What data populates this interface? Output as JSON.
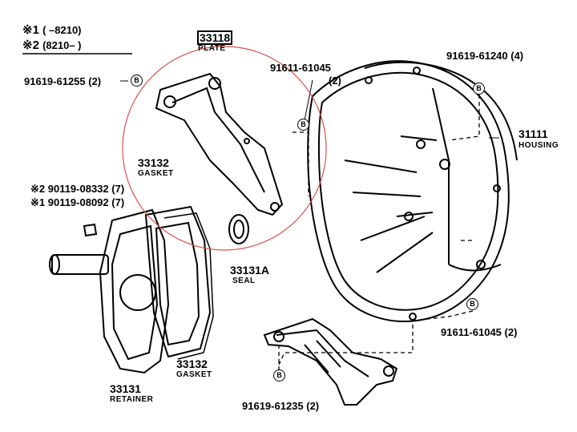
{
  "header_notes": [
    {
      "mark": "※1",
      "range": "(        –8210)"
    },
    {
      "mark": "※2",
      "range": "(8210–        )"
    }
  ],
  "labels": {
    "plate_no": "33118",
    "plate_name": "PLATE",
    "bolt_top_left": "91619-61255 (2)",
    "bolt_plate": "91611-61045",
    "bolt_plate_qty": "(2)",
    "bolt_top_right": "91619-61240 (4)",
    "housing_no": "31111",
    "housing_name": "HOUSING",
    "gasket_top_no": "33132",
    "gasket_top_name": "GASKET",
    "bolt_alt_2": "※2 90119-08332 (7)",
    "bolt_alt_1": "※1 90119-08092 (7)",
    "seal_no": "33131A",
    "seal_name": "SEAL",
    "retainer_no": "33131",
    "retainer_name": "RETAINER",
    "gasket_bottom_no": "33132",
    "gasket_bottom_name": "GASKET",
    "bolt_bottom_right": "91611-61045 (2)",
    "bolt_bottom": "91619-61235 (2)",
    "badge": "B"
  },
  "highlight_color": "#d9534f"
}
